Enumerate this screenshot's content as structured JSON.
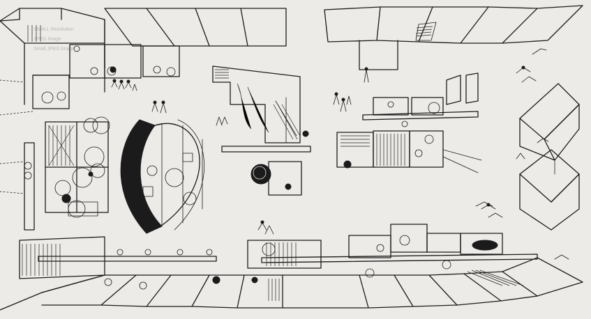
{
  "watermark": {
    "lines": [
      "SMALL Resolution",
      "JPEG Image",
      "Small JPEG Image"
    ]
  },
  "colors": {
    "paper": "#ecebe7",
    "ink": "#1b1b1b",
    "watermark": "#b9b9b5"
  }
}
